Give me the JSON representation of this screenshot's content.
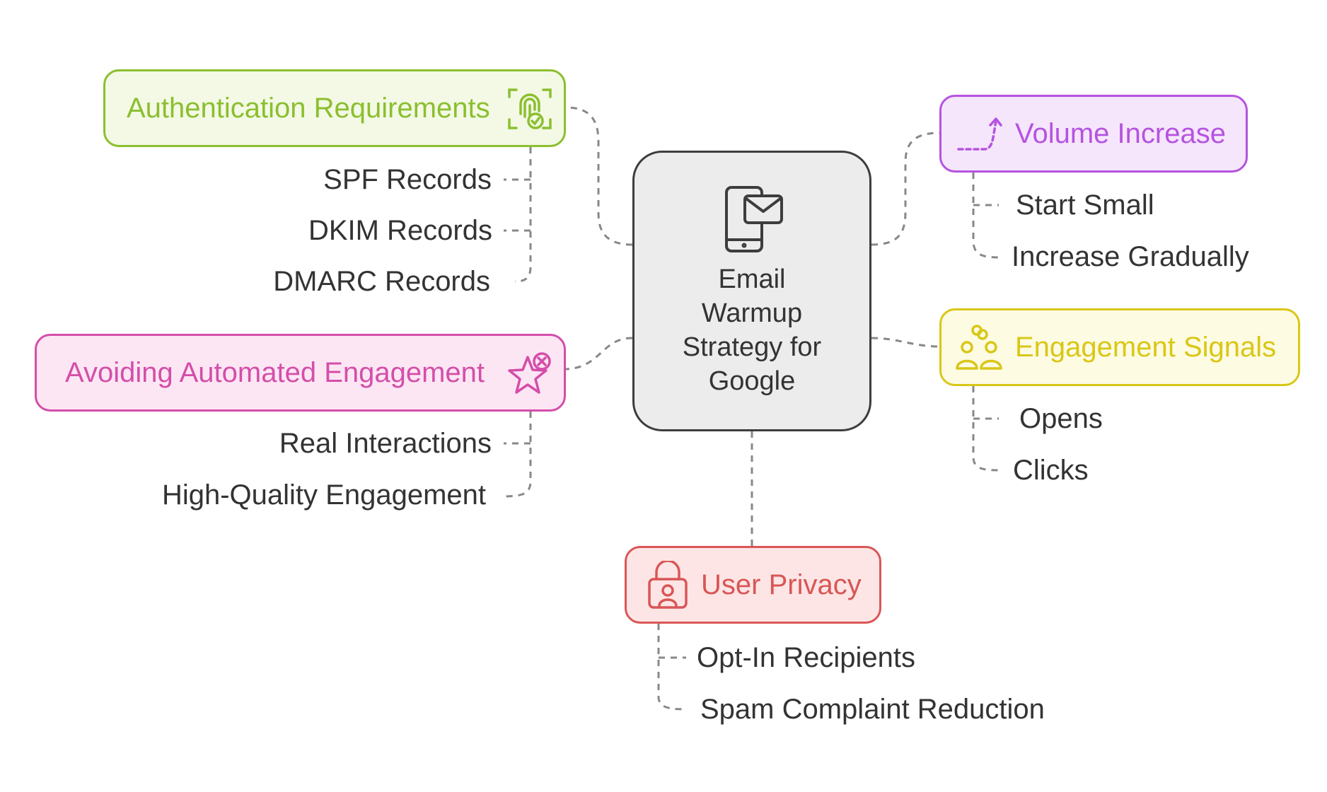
{
  "diagram": {
    "center": {
      "title": "Email\nWarmup\nStrategy for\nGoogle",
      "icon": "phone-mail-icon"
    },
    "branches": [
      {
        "id": "auth",
        "title": "Authentication Requirements",
        "icon": "fingerprint-check-icon",
        "color": "#8bbf2e",
        "fill": "#f3f9e5",
        "items": [
          "SPF Records",
          "DKIM Records",
          "DMARC Records"
        ]
      },
      {
        "id": "avoid",
        "title": "Avoiding Automated Engagement",
        "icon": "star-x-icon",
        "color": "#d44ea9",
        "fill": "#fde6f4",
        "items": [
          "Real Interactions",
          "High-Quality Engagement"
        ]
      },
      {
        "id": "volume",
        "title": "Volume Increase",
        "icon": "trend-up-arrow-icon",
        "color": "#b553e0",
        "fill": "#f6e6fc",
        "items": [
          "Start Small",
          "Increase Gradually"
        ]
      },
      {
        "id": "engage",
        "title": "Engagement Signals",
        "icon": "people-link-icon",
        "color": "#d9c716",
        "fill": "#fdfbe2",
        "items": [
          "Opens",
          "Clicks"
        ]
      },
      {
        "id": "privacy",
        "title": "User Privacy",
        "icon": "lock-user-icon",
        "color": "#d95656",
        "fill": "#fde5e5",
        "items": [
          "Opt-In Recipients",
          "Spam Complaint Reduction"
        ]
      }
    ]
  }
}
